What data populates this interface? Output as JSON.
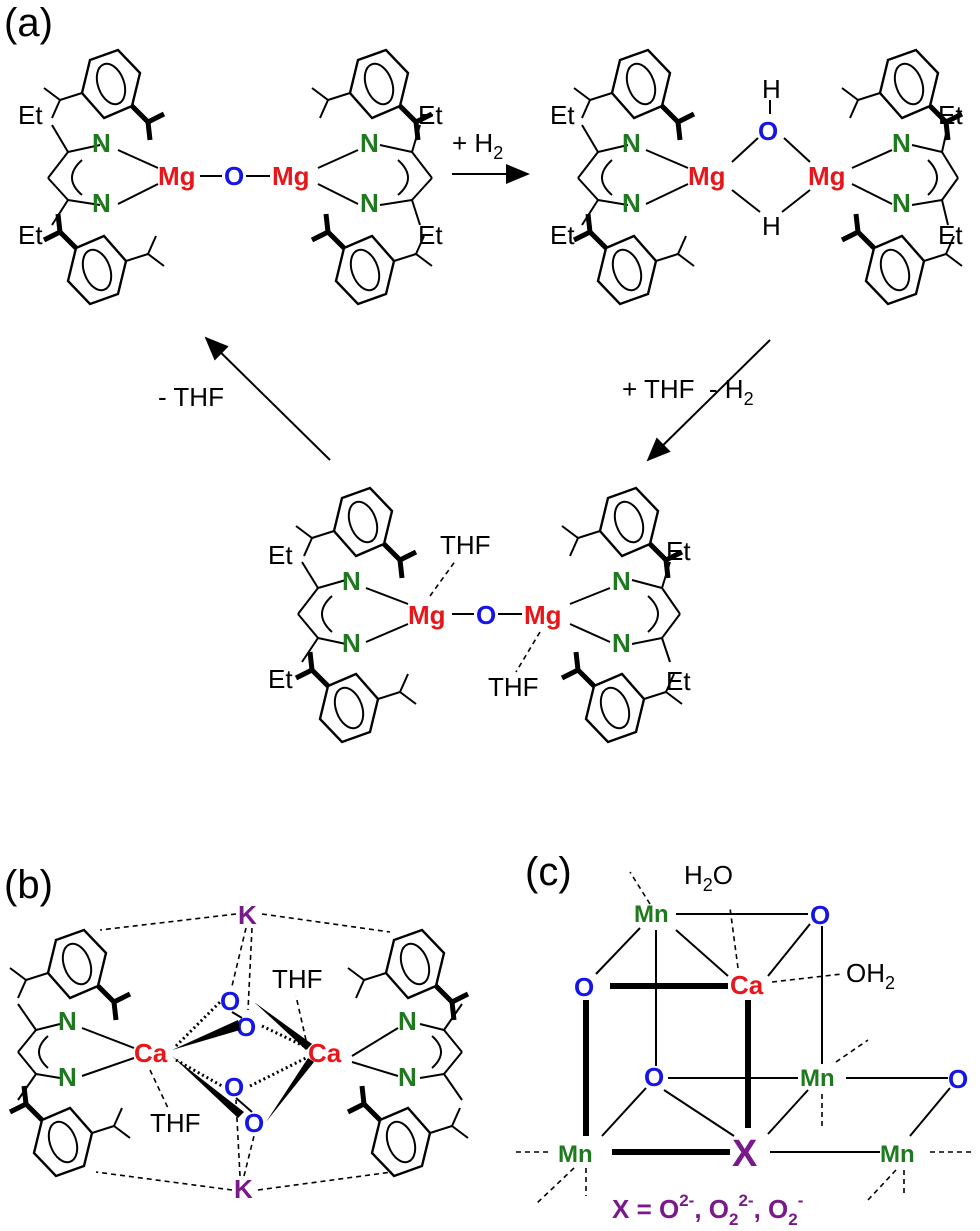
{
  "panels": {
    "a": {
      "label": "(a)"
    },
    "b": {
      "label": "(b)"
    },
    "c": {
      "label": "(c)"
    }
  },
  "arrows": {
    "top": "+ H",
    "top_sub": "2",
    "right": "+ THF  - H",
    "right_sub": "2",
    "left": "- THF"
  },
  "atoms": {
    "N": "N",
    "Mg": "Mg",
    "O": "O",
    "H": "H",
    "Et": "Et",
    "THF": "THF",
    "Ca": "Ca",
    "K": "K",
    "Mn": "Mn",
    "X": "X",
    "OH2": "OH",
    "OH2_sub": "2",
    "H2O_H": "H",
    "H2O_sub": "2",
    "H2O_O": "O"
  },
  "caption_c": {
    "prefix": "X = O",
    "sup1": "2-",
    "mid1": ", O",
    "sub2": "2",
    "sup2": "2-",
    "mid2": ", O",
    "sub3": "2",
    "sup3": "-"
  },
  "colors": {
    "nitrogen": "#1f7a1f",
    "magnesium": "#e8161b",
    "oxygen": "#1515e6",
    "potassium": "#7a1a8a",
    "calcium": "#e8161b",
    "manganese": "#1f7a1f",
    "x_site": "#7a1a8a"
  }
}
